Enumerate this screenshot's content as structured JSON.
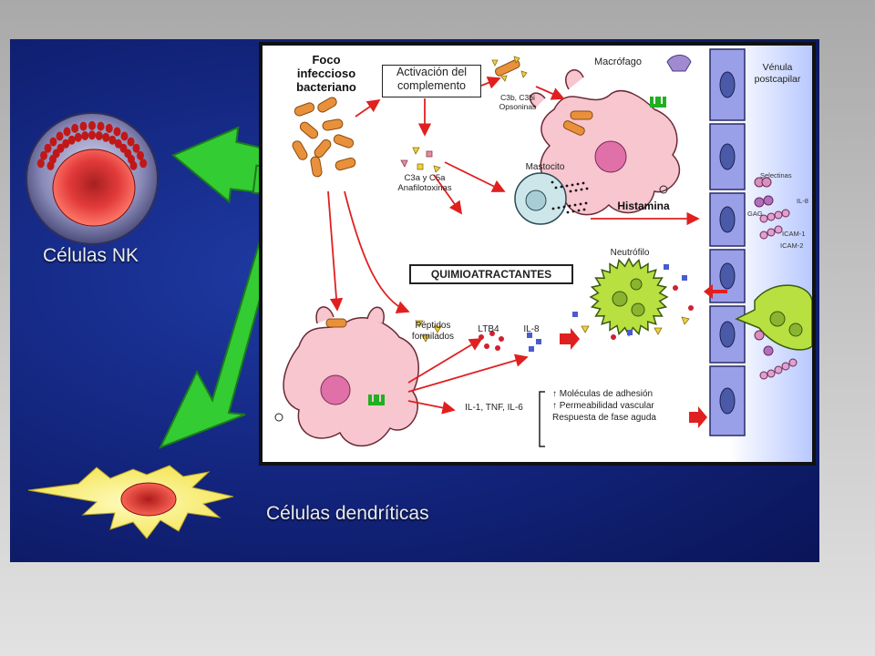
{
  "captions": {
    "nk": "Células NK",
    "dendritic": "Células dendríticas"
  },
  "panel": {
    "focus": [
      "Foco",
      "infeccioso",
      "bacteriano"
    ],
    "complement_box": [
      "Activación del",
      "complemento"
    ],
    "opsonins": [
      "C3b, C3bi",
      "Opsoninas"
    ],
    "macrophage": "Macrófago",
    "venule": [
      "Vénula",
      "postcapilar"
    ],
    "anaphylatoxins": [
      "C3a y C5a",
      "Anafilotoxinas"
    ],
    "mast_cell": "Mastocito",
    "histamine": "Histamina",
    "selectins": "Selectinas",
    "il8_receptor": "IL-8",
    "gag": "GAG",
    "icam1": "ICAM-1",
    "icam2": "ICAM-2",
    "chemoattractants": "QUIMIOATRACTANTES",
    "neutrophil": "Neutrófilo",
    "peptides": [
      "Péptidos",
      "formilados"
    ],
    "ltb4": "LTB4",
    "il8": "IL-8",
    "cytokines": "IL-1, TNF, IL-6",
    "effects": [
      "↑ Moléculas de adhesión",
      "↑ Permeabilidad vascular",
      "Respuesta de fase aguda"
    ]
  },
  "colors": {
    "arrow_green": "#33cc33",
    "arrow_red": "#e02020",
    "cell_pink": "#f7c6cf",
    "bacteria_orange": "#e8913a"
  }
}
